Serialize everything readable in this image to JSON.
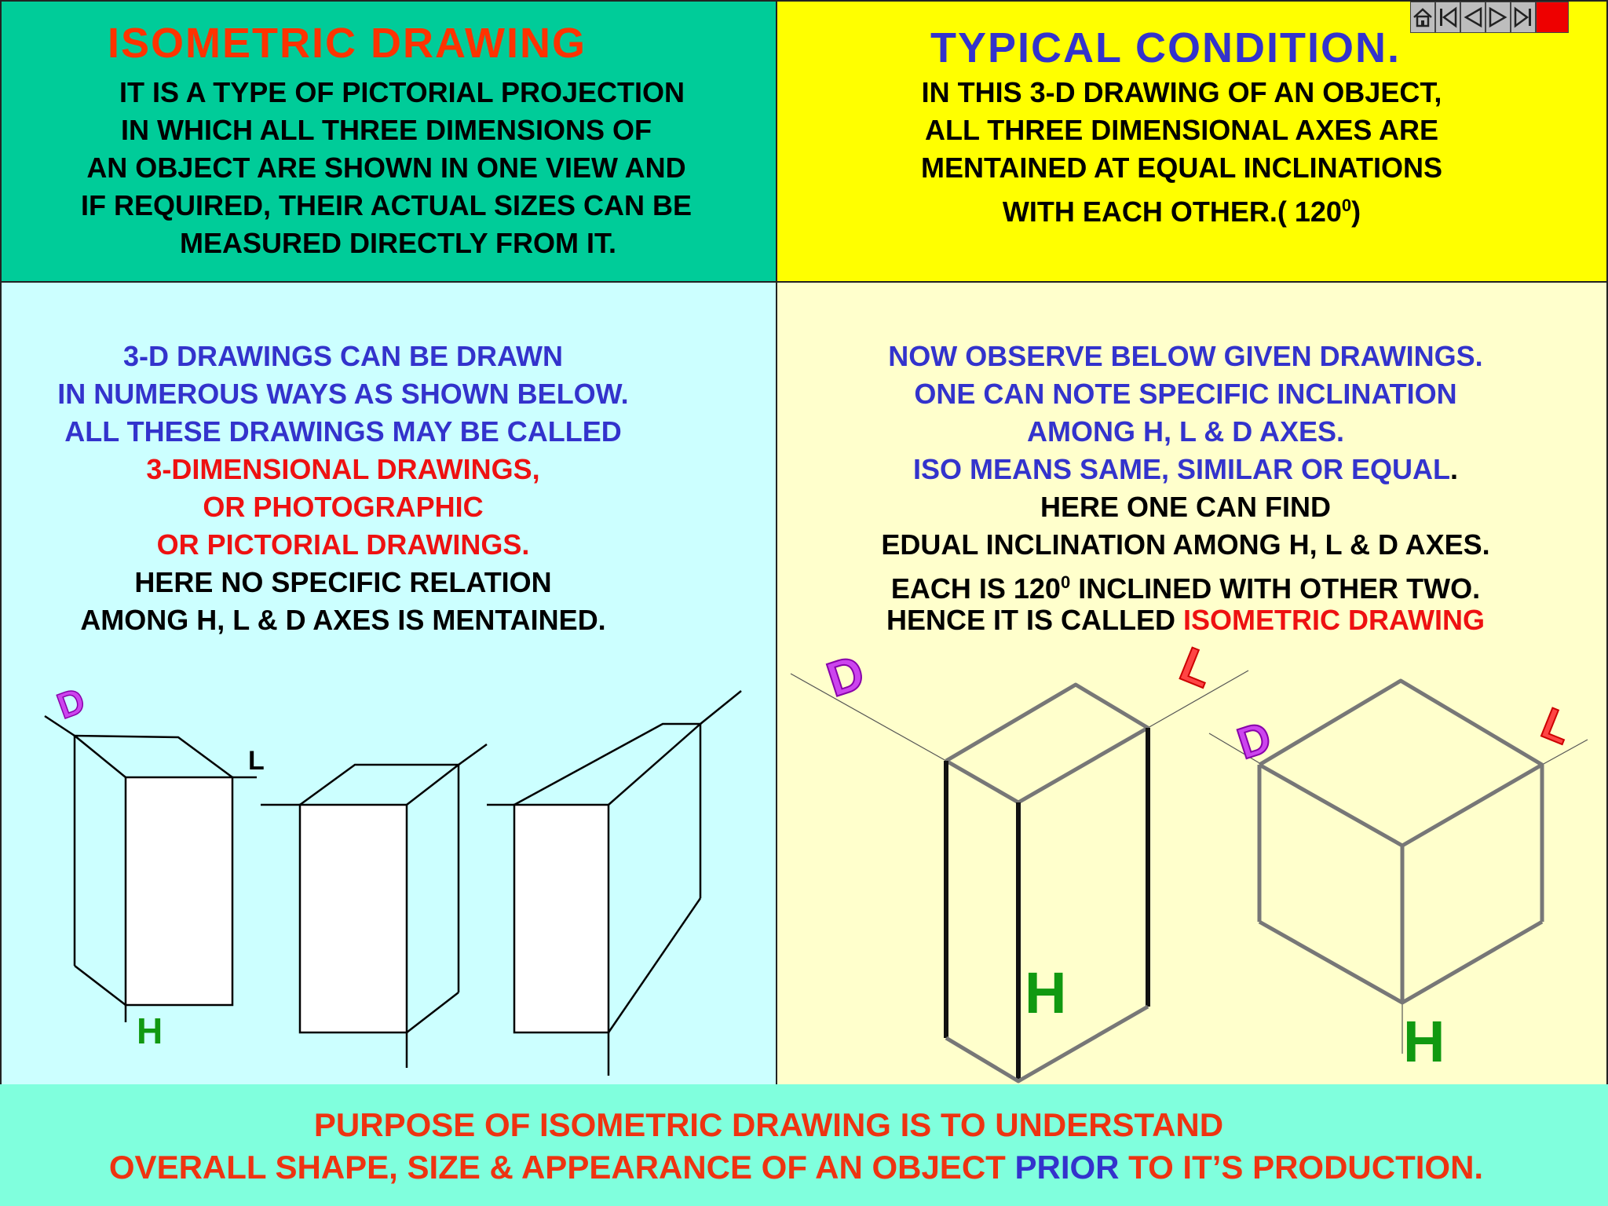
{
  "nav": {
    "icons": [
      "home-icon",
      "first-slide-icon",
      "previous-icon",
      "next-icon",
      "last-slide-icon",
      "stop-icon"
    ],
    "stop_color": "#ee0000"
  },
  "top_left": {
    "title": "ISOMETRIC DRAWING",
    "title_color": "#ff3300",
    "lines": [
      "IT IS A TYPE OF PICTORIAL PROJECTION",
      "IN WHICH ALL THREE DIMENSIONS OF",
      "AN OBJECT ARE SHOWN IN ONE VIEW AND",
      "IF REQUIRED, THEIR ACTUAL SIZES CAN BE",
      "MEASURED DIRECTLY FROM IT."
    ],
    "background": "#00cc99"
  },
  "top_right": {
    "title": "TYPICAL CONDITION.",
    "title_color": "#3333cc",
    "lines": [
      "IN THIS  3-D DRAWING OF AN OBJECT,",
      "ALL THREE DIMENSIONAL AXES ARE",
      "MENTAINED AT EQUAL INCLINATIONS"
    ],
    "last_line_prefix": "WITH EACH OTHER.( 120",
    "last_line_sup": "0",
    "last_line_suffix": ")",
    "background": "#ffff00"
  },
  "bottom_left": {
    "blue_lines": [
      "3-D DRAWINGS CAN BE DRAWN",
      "IN NUMEROUS WAYS AS SHOWN BELOW.",
      "ALL THESE DRAWINGS MAY BE CALLED"
    ],
    "red_lines": [
      "3-DIMENSIONAL DRAWINGS,",
      "OR PHOTOGRAPHIC",
      "OR PICTORIAL DRAWINGS."
    ],
    "black_lines": [
      "HERE NO SPECIFIC RELATION",
      "AMONG H, L & D  AXES IS MENTAINED."
    ],
    "labels": {
      "d": "D",
      "l": "L",
      "h": "H"
    },
    "background": "#ccffff"
  },
  "bottom_right": {
    "blue_lines": [
      "NOW OBSERVE BELOW GIVEN DRAWINGS.",
      "ONE CAN NOTE SPECIFIC INCLINATION",
      "AMONG H, L & D AXES."
    ],
    "blue_line_4": "ISO MEANS SAME, SIMILAR OR EQUAL",
    "blue_line_4_suffix": ".",
    "black_lines": [
      "HERE ONE CAN FIND",
      "EDUAL  INCLINATION AMONG H, L & D AXES."
    ],
    "each_prefix": "EACH IS 120",
    "each_sup": "0",
    "each_suffix": " INCLINED WITH OTHER TWO.",
    "hence_prefix": "HENCE IT IS CALLED ",
    "hence_red": "ISOMETRIC DRAWING",
    "labels": {
      "d": "D",
      "l": "L",
      "h": "H"
    },
    "background": "#ffffcc"
  },
  "footer": {
    "line1": "PURPOSE OF ISOMETRIC DRAWING IS TO UNDERSTAND",
    "line2_prefix": "OVERALL SHAPE, SIZE & APPEARANCE OF AN OBJECT ",
    "line2_blue": "PRIOR",
    "line2_suffix": " TO IT’S PRODUCTION.",
    "background": "#80ffdd"
  }
}
